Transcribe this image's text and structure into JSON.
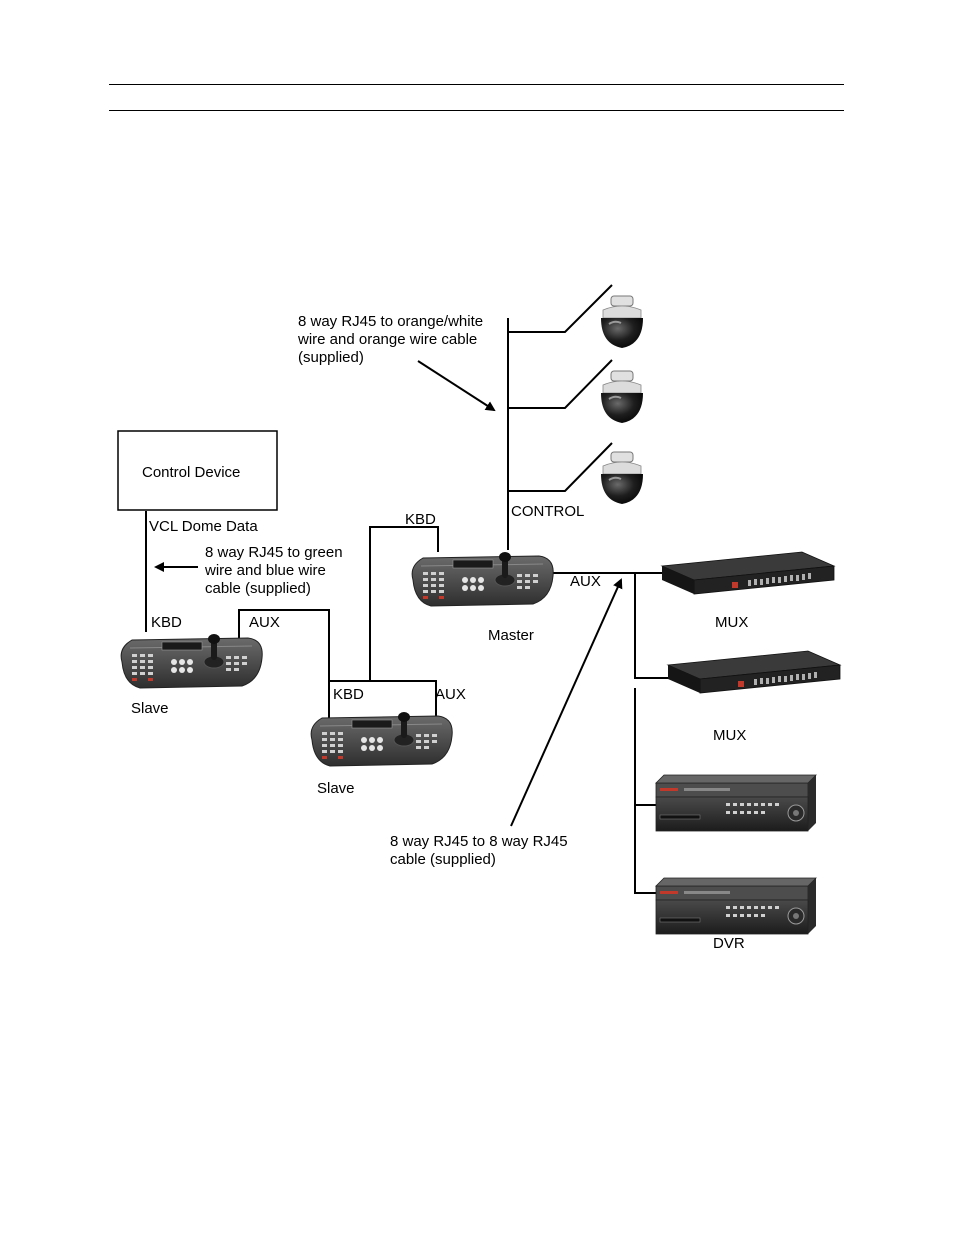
{
  "labels": {
    "control_device": "Control Device",
    "vcl_dome_data": "VCL Dome Data",
    "kbd": "KBD",
    "aux": "AUX",
    "control": "CONTROL",
    "slave": "Slave",
    "master": "Master",
    "mux": "MUX",
    "dvr": "DVR"
  },
  "notes": {
    "orange_cable": [
      "8 way RJ45 to orange/white",
      "wire and orange wire cable",
      "(supplied)"
    ],
    "green_cable": [
      "8 way RJ45 to green",
      "wire and blue wire",
      "cable (supplied)"
    ],
    "rj45_cable": [
      "8 way RJ45 to 8 way RJ45",
      "cable (supplied)"
    ]
  },
  "colors": {
    "line": "#000000",
    "device_body": "#3a3a3a",
    "device_panel": "#5a5a5a",
    "dome": "#1a1a1a",
    "mount": "#d8d8d8",
    "accent": "#c0392b"
  }
}
